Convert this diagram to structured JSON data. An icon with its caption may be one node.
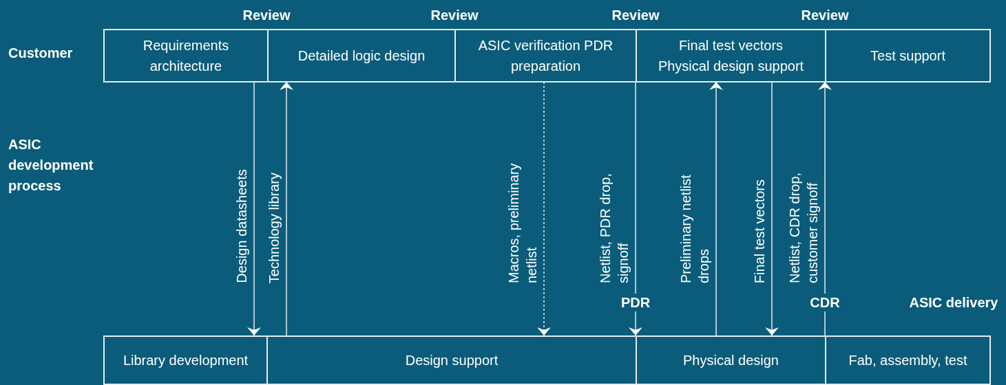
{
  "diagram": {
    "nodes": [
      {
        "text": [
          "Requirements architecture"
        ]
      },
      {
        "text": [
          "Detailed logic design"
        ]
      },
      {
        "text": [
          "ASIC verification PDR preparation"
        ]
      },
      {
        "text": [
          "Final test vectors Physical design support"
        ]
      },
      {
        "text": [
          "Test support"
        ]
      },
      {
        "text": [
          "Library development"
        ]
      },
      {
        "text": [
          "Design support"
        ]
      },
      {
        "text": [
          "Physical design"
        ]
      },
      {
        "text": [
          "Fab, assembly, test"
        ]
      }
    ],
    "edges": [
      {
        "from": 0,
        "to": 5,
        "arrow": "to",
        "label": "Design datasheets"
      },
      {
        "from": 6,
        "to": 1,
        "arrow": "to",
        "label": "Technology library"
      },
      {
        "from": 2,
        "to": 6,
        "arrow": "to",
        "label": "Macros, preliminary netlist",
        "style": "dashed"
      },
      {
        "from": 2,
        "to": 7,
        "arrow": "to",
        "label": "Netlist, PDR drop, signoff"
      },
      {
        "from": 7,
        "to": 3,
        "arrow": "to",
        "label": "Preliminary netlist drops"
      },
      {
        "from": 3,
        "to": 7,
        "arrow": "to",
        "label": "Final test vectors"
      },
      {
        "from": 7,
        "to": 4,
        "arrow": "to",
        "label": "Netlist, CDR drop, customer signoff"
      }
    ],
    "labels": [
      "Review",
      "Review",
      "Review",
      "Review",
      "Customer",
      "ASIC development process",
      "PDR",
      "CDR",
      "ASIC delivery"
    ]
  }
}
